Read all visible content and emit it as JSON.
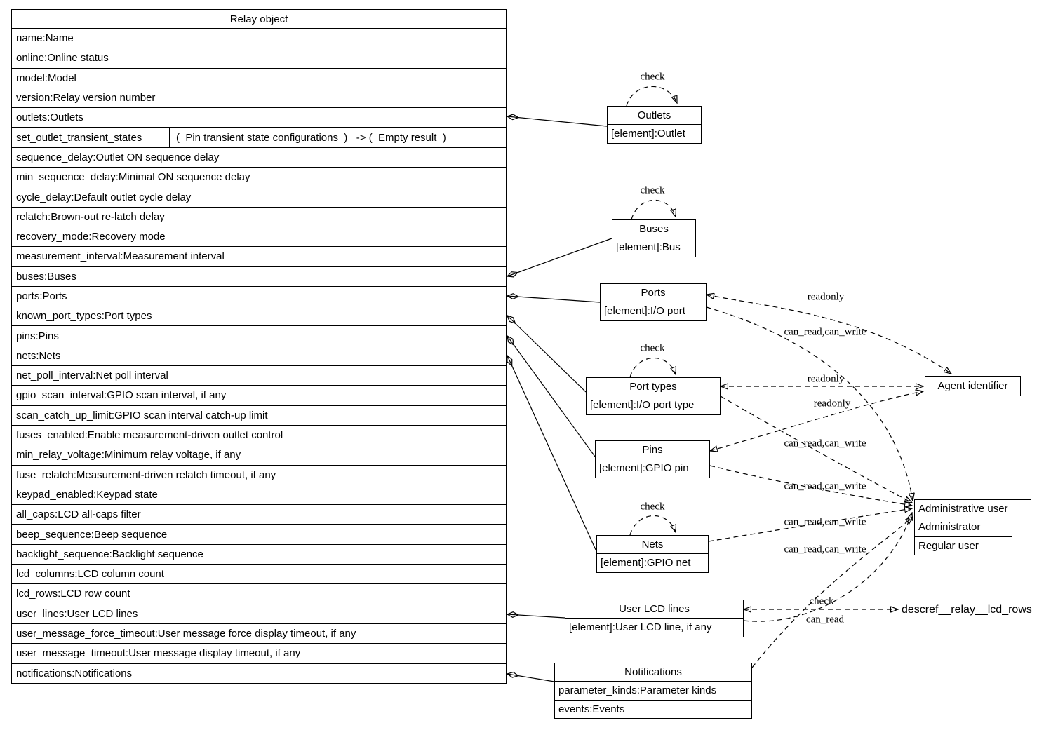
{
  "diagram": {
    "relay_table": {
      "title": "Relay object",
      "rows": [
        {
          "c1": "name:Name"
        },
        {
          "c1": "online:Online status"
        },
        {
          "c1": "model:Model"
        },
        {
          "c1": "version:Relay version number"
        },
        {
          "c1": "outlets:Outlets"
        },
        {
          "c1": "set_outlet_transient_states",
          "c2": "(  Pin transient state configurations  )   -> (  Empty result  )"
        },
        {
          "c1": "sequence_delay:Outlet ON sequence delay"
        },
        {
          "c1": "min_sequence_delay:Minimal ON sequence delay"
        },
        {
          "c1": "cycle_delay:Default outlet cycle delay"
        },
        {
          "c1": "relatch:Brown-out re-latch delay"
        },
        {
          "c1": "recovery_mode:Recovery mode"
        },
        {
          "c1": "measurement_interval:Measurement interval"
        },
        {
          "c1": "buses:Buses"
        },
        {
          "c1": "ports:Ports"
        },
        {
          "c1": "known_port_types:Port types"
        },
        {
          "c1": "pins:Pins"
        },
        {
          "c1": "nets:Nets"
        },
        {
          "c1": "net_poll_interval:Net poll interval"
        },
        {
          "c1": "gpio_scan_interval:GPIO scan interval, if any"
        },
        {
          "c1": "scan_catch_up_limit:GPIO scan interval catch-up limit"
        },
        {
          "c1": "fuses_enabled:Enable measurement-driven outlet control"
        },
        {
          "c1": "min_relay_voltage:Minimum relay voltage, if any"
        },
        {
          "c1": "fuse_relatch:Measurement-driven relatch timeout, if any"
        },
        {
          "c1": "keypad_enabled:Keypad state"
        },
        {
          "c1": "all_caps:LCD all-caps filter"
        },
        {
          "c1": "beep_sequence:Beep sequence"
        },
        {
          "c1": "backlight_sequence:Backlight sequence"
        },
        {
          "c1": "lcd_columns:LCD column count"
        },
        {
          "c1": "lcd_rows:LCD row count"
        },
        {
          "c1": "user_lines:User LCD lines"
        },
        {
          "c1": "user_message_force_timeout:User message force display timeout, if any"
        },
        {
          "c1": "user_message_timeout:User message display timeout, if any"
        },
        {
          "c1": "notifications:Notifications"
        }
      ]
    },
    "nodes": {
      "outlets": {
        "title": "Outlets",
        "rows": [
          "[element]:Outlet"
        ]
      },
      "buses": {
        "title": "Buses",
        "rows": [
          "[element]:Bus"
        ]
      },
      "ports": {
        "title": "Ports",
        "rows": [
          "[element]:I/O port"
        ]
      },
      "port_types": {
        "title": "Port types",
        "rows": [
          "[element]:I/O port type"
        ]
      },
      "pins": {
        "title": "Pins",
        "rows": [
          "[element]:GPIO pin"
        ]
      },
      "nets": {
        "title": "Nets",
        "rows": [
          "[element]:GPIO net"
        ]
      },
      "user_lcd_lines": {
        "title": "User LCD lines",
        "rows": [
          "[element]:User LCD line, if any"
        ]
      },
      "notifications": {
        "title": "Notifications",
        "rows": [
          "parameter_kinds:Parameter kinds",
          "events:Events"
        ]
      },
      "agent_identifier": {
        "title": "Agent identifier"
      },
      "administrative_user": {
        "title": "Administrative user",
        "rows": [
          "Administrator",
          "Regular user"
        ]
      },
      "descref_label": "descref__relay__lcd_rows"
    },
    "labels": {
      "check": "check",
      "readonly": "readonly",
      "can_read_can_write": "can_read,can_write",
      "can_read": "can_read"
    },
    "colors": {
      "line": "#000000",
      "background": "#ffffff"
    }
  }
}
